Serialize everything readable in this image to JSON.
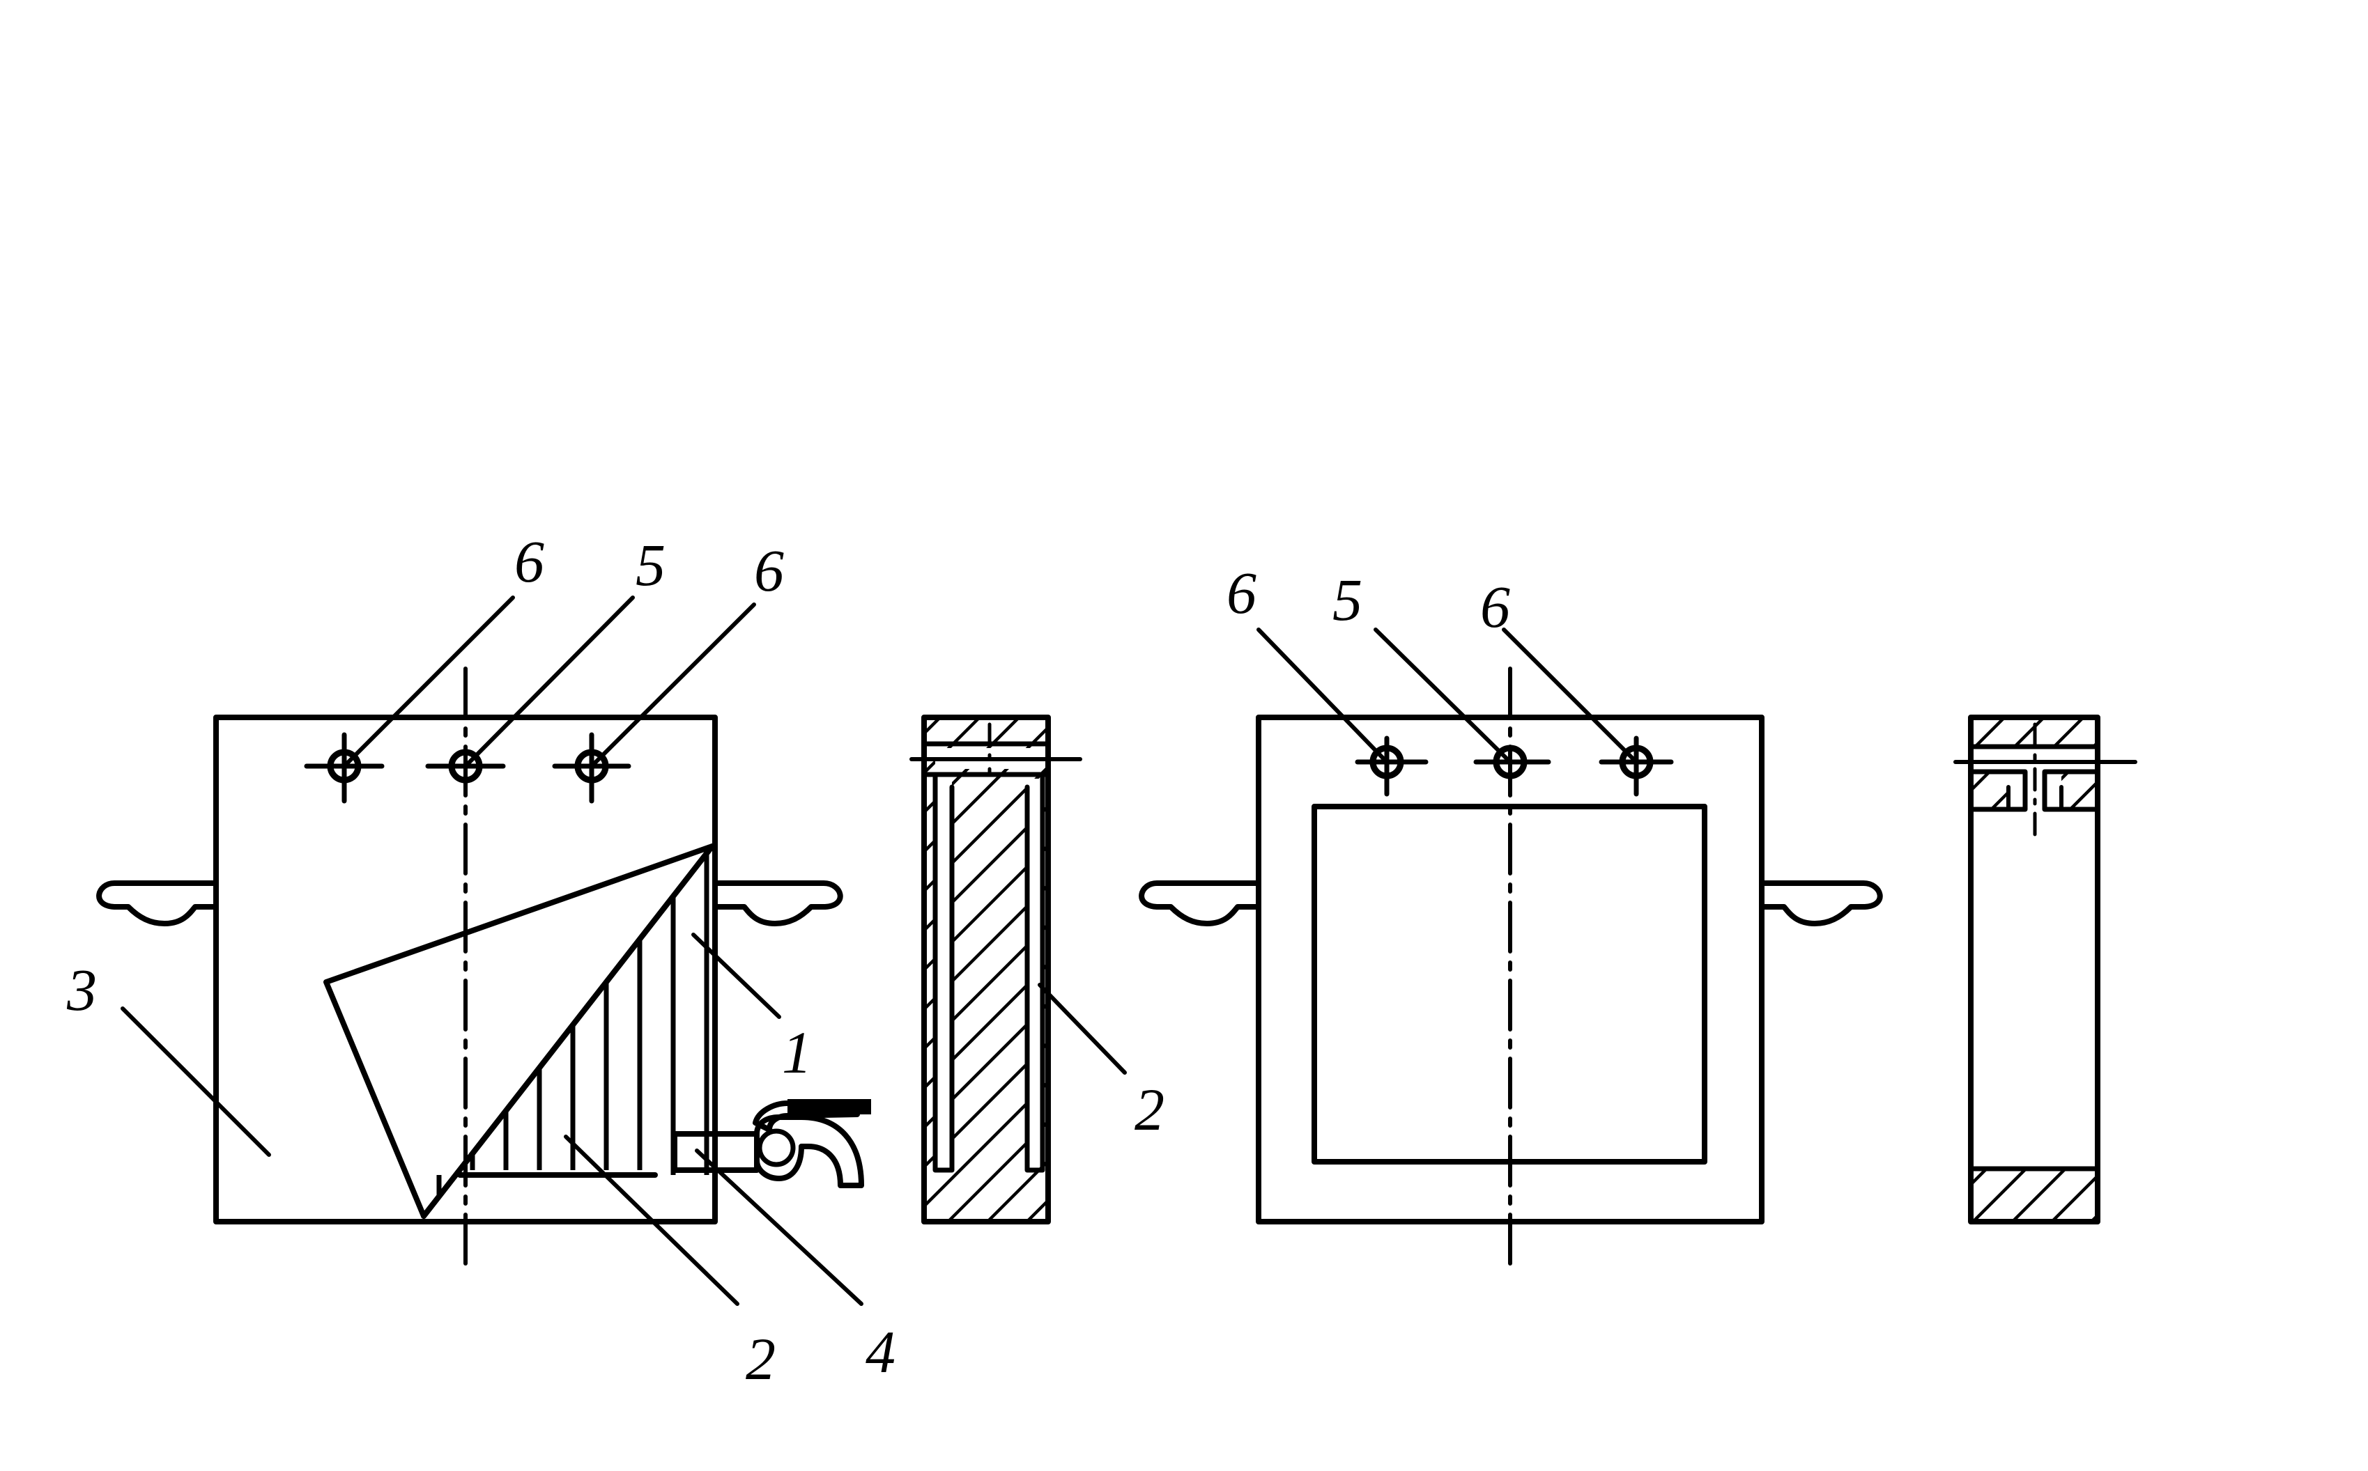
{
  "diagram": {
    "labels": {
      "left_filter_frame": "1",
      "left_filter_cloth": "2",
      "left_filter_plate": "3",
      "left_outlet_tap": "4",
      "left_center_channel": "5",
      "left_side_channel_a": "6",
      "left_side_channel_b": "6",
      "section_a_cloth": "2",
      "right_center_channel": "5",
      "right_side_channel_a": "6",
      "right_side_channel_b": "6"
    }
  }
}
